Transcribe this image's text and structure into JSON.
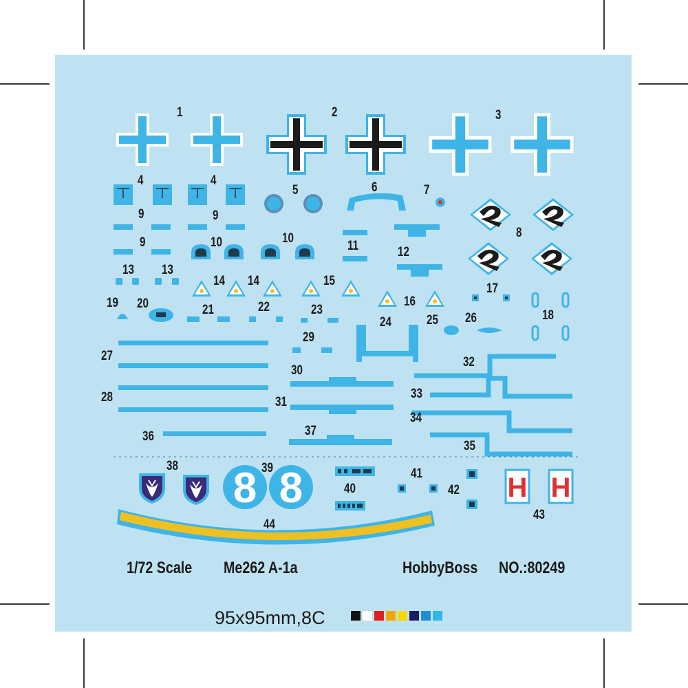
{
  "sheet": {
    "scale": "1/72 Scale",
    "model": "Me262 A-1a",
    "brand": "HobbyBoss",
    "kit_number": "NO.:80249",
    "size_label": "95x95mm,8C",
    "decal_numbers": [
      "1",
      "2",
      "3",
      "4",
      "4",
      "5",
      "6",
      "7",
      "8",
      "9",
      "9",
      "9",
      "10",
      "10",
      "11",
      "12",
      "13",
      "13",
      "14",
      "14",
      "15",
      "16",
      "17",
      "18",
      "19",
      "20",
      "21",
      "22",
      "23",
      "24",
      "25",
      "26",
      "27",
      "28",
      "29",
      "30",
      "31",
      "32",
      "33",
      "34",
      "35",
      "36",
      "37",
      "38",
      "39",
      "40",
      "41",
      "42",
      "43",
      "44"
    ],
    "swatch_colors": [
      "#111111",
      "#ffffff",
      "#e02020",
      "#f0a800",
      "#f5d800",
      "#1a1a66",
      "#1e8ecf",
      "#35b5e5"
    ]
  },
  "colors": {
    "sheet_blue": "#bfe2f2",
    "decal_blue": "#3fb4e6",
    "dark_blue": "#1f7fb8",
    "black": "#1b1b1b",
    "red": "#e03030",
    "yellow": "#f0c020",
    "purple": "#3a2a7a"
  },
  "large_digit": "8",
  "letter_h": "H"
}
